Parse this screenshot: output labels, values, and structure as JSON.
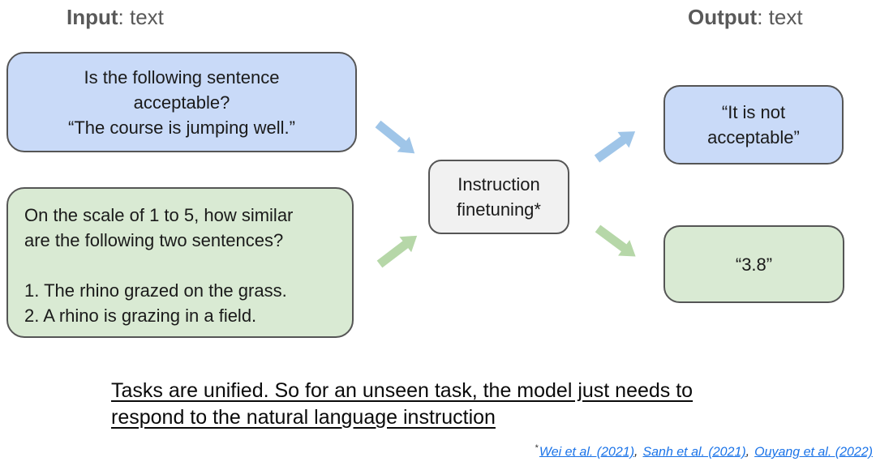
{
  "header": {
    "input_label": "Input",
    "input_suffix": ": text",
    "output_label": "Output",
    "output_suffix": ": text"
  },
  "diagram": {
    "input_boxes": [
      {
        "name": "acceptability-prompt",
        "text": "Is the following sentence\nacceptable?\n“The course is jumping well.”",
        "fill": "#c9daf8"
      },
      {
        "name": "similarity-prompt",
        "text": "On the scale of 1 to 5, how similar\nare the following two sentences?\n\n1. The rhino grazed on the grass.\n2. A rhino is grazing in a field.",
        "fill": "#d9ead3"
      }
    ],
    "center_box": {
      "text": "Instruction\nfinetuning*",
      "fill": "#f1f1f1"
    },
    "output_boxes": [
      {
        "name": "acceptability-answer",
        "text": "“It is not\nacceptable”",
        "fill": "#c9daf8"
      },
      {
        "name": "similarity-answer",
        "text": "“3.8”",
        "fill": "#d9ead3"
      }
    ],
    "arrow_colors": {
      "blue": "#9fc5e8",
      "green": "#b6d7a8"
    }
  },
  "caption": {
    "text": "Tasks are unified. So for an unseen task, the model just needs to\nrespond to the natural language instruction"
  },
  "footnote": {
    "asterisk": "*",
    "separator": ",",
    "link_color": "#1a73e8",
    "links": [
      {
        "label": "Wei et al. (2021)"
      },
      {
        "label": "Sanh et al. (2021)"
      },
      {
        "label": "Ouyang et al. (2022)"
      }
    ]
  }
}
